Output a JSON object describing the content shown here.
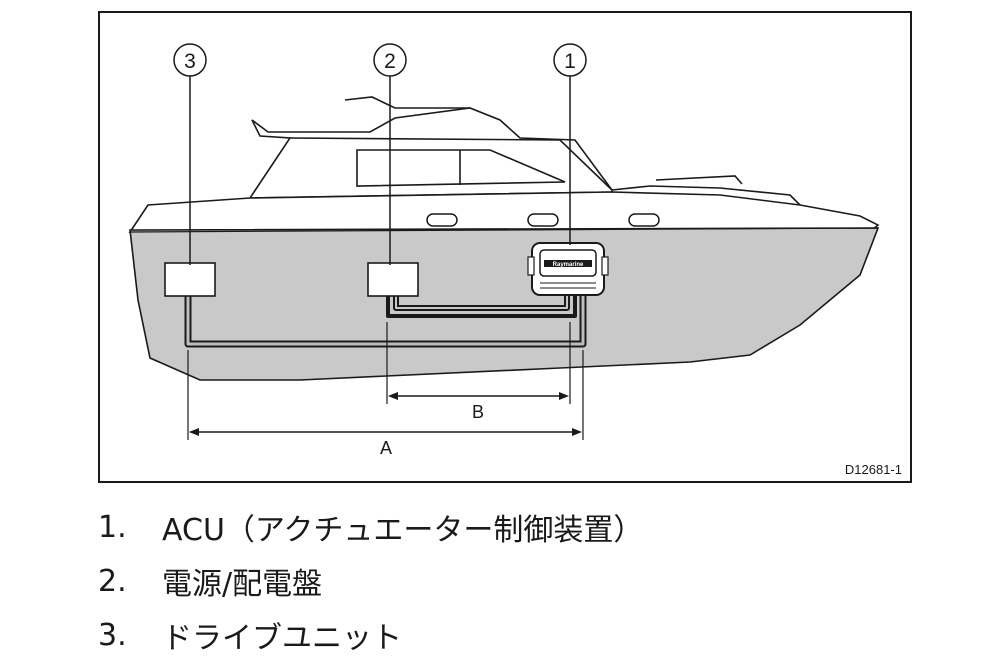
{
  "diagram": {
    "callouts": [
      "1",
      "2",
      "3"
    ],
    "ecu_brand": "Raymarine",
    "dim_a": "A",
    "dim_b": "B",
    "figure_id": "D12681-1"
  },
  "legend": [
    {
      "num": "1.",
      "text": "ACU（アクチュエーター制御装置）"
    },
    {
      "num": "2.",
      "text": "電源/配電盤"
    },
    {
      "num": "3.",
      "text": "ドライブユニット"
    }
  ],
  "colors": {
    "hull": "#c9c9c9",
    "line": "#1a1a1a",
    "cable": "#555555"
  }
}
